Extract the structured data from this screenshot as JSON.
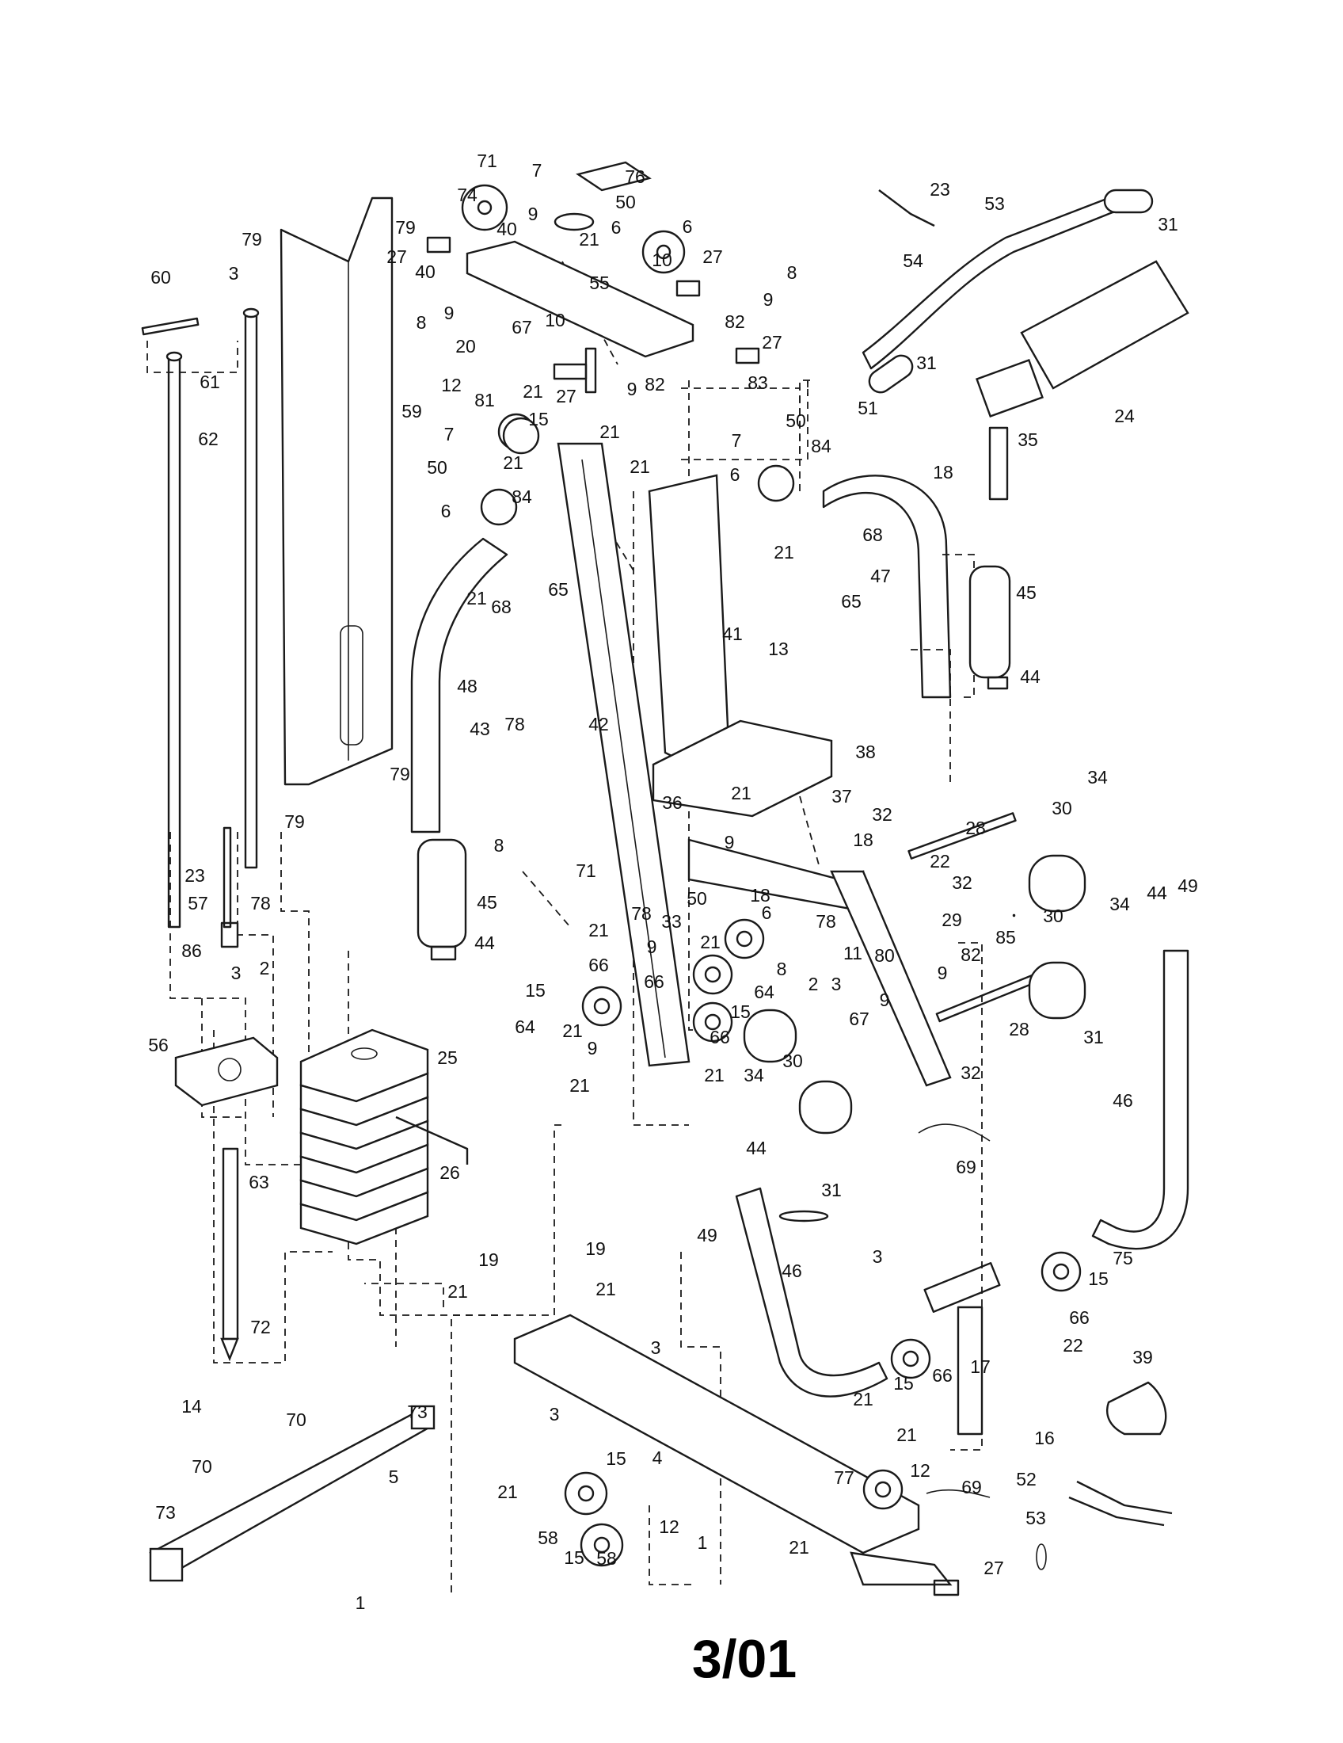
{
  "page_code": "3/01",
  "callouts": [
    {
      "id": "c1",
      "text": "60"
    },
    {
      "id": "c2",
      "text": "3"
    },
    {
      "id": "c3",
      "text": "79"
    },
    {
      "id": "c4",
      "text": "79"
    },
    {
      "id": "c5",
      "text": "61"
    },
    {
      "id": "c6",
      "text": "62"
    },
    {
      "id": "c7",
      "text": "59"
    },
    {
      "id": "c8",
      "text": "79"
    },
    {
      "id": "c9",
      "text": "79"
    },
    {
      "id": "c10",
      "text": "23"
    },
    {
      "id": "c11",
      "text": "57"
    },
    {
      "id": "c12",
      "text": "78"
    },
    {
      "id": "c13",
      "text": "86"
    },
    {
      "id": "c14",
      "text": "3"
    },
    {
      "id": "c15",
      "text": "2"
    },
    {
      "id": "c16",
      "text": "56"
    },
    {
      "id": "c17",
      "text": "25"
    },
    {
      "id": "c18",
      "text": "26"
    },
    {
      "id": "c19",
      "text": "63"
    },
    {
      "id": "c20",
      "text": "72"
    },
    {
      "id": "c21",
      "text": "14"
    },
    {
      "id": "c22",
      "text": "70"
    },
    {
      "id": "c23",
      "text": "70"
    },
    {
      "id": "c24",
      "text": "73"
    },
    {
      "id": "c25",
      "text": "73"
    },
    {
      "id": "c26",
      "text": "5"
    },
    {
      "id": "c27",
      "text": "1"
    },
    {
      "id": "c28",
      "text": "71"
    },
    {
      "id": "c29",
      "text": "7"
    },
    {
      "id": "c30",
      "text": "74"
    },
    {
      "id": "c31",
      "text": "76"
    },
    {
      "id": "c32",
      "text": "50"
    },
    {
      "id": "c33",
      "text": "9"
    },
    {
      "id": "c34",
      "text": "40"
    },
    {
      "id": "c35",
      "text": "21"
    },
    {
      "id": "c36",
      "text": "6"
    },
    {
      "id": "c37",
      "text": "6"
    },
    {
      "id": "c38",
      "text": "27"
    },
    {
      "id": "c39",
      "text": "27"
    },
    {
      "id": "c40",
      "text": "10"
    },
    {
      "id": "c41",
      "text": "40"
    },
    {
      "id": "c42",
      "text": "8"
    },
    {
      "id": "c43",
      "text": "9"
    },
    {
      "id": "c44",
      "text": "55"
    },
    {
      "id": "c45",
      "text": "8"
    },
    {
      "id": "c46",
      "text": "9"
    },
    {
      "id": "c47",
      "text": "82"
    },
    {
      "id": "c48",
      "text": "10"
    },
    {
      "id": "c49",
      "text": "67"
    },
    {
      "id": "c50",
      "text": "27"
    },
    {
      "id": "c51",
      "text": "20"
    },
    {
      "id": "c52",
      "text": "12"
    },
    {
      "id": "c53",
      "text": "81"
    },
    {
      "id": "c54",
      "text": "21"
    },
    {
      "id": "c55",
      "text": "27"
    },
    {
      "id": "c56",
      "text": "83"
    },
    {
      "id": "c57",
      "text": "21"
    },
    {
      "id": "c58",
      "text": "9"
    },
    {
      "id": "c59",
      "text": "82"
    },
    {
      "id": "c60",
      "text": "15"
    },
    {
      "id": "c61",
      "text": "7"
    },
    {
      "id": "c62",
      "text": "50"
    },
    {
      "id": "c63",
      "text": "21"
    },
    {
      "id": "c64",
      "text": "21"
    },
    {
      "id": "c65",
      "text": "6"
    },
    {
      "id": "c66",
      "text": "84"
    },
    {
      "id": "c67",
      "text": "21"
    },
    {
      "id": "c68",
      "text": "68"
    },
    {
      "id": "c69",
      "text": "65"
    },
    {
      "id": "c70",
      "text": "48"
    },
    {
      "id": "c71",
      "text": "43"
    },
    {
      "id": "c72",
      "text": "78"
    },
    {
      "id": "c73",
      "text": "42"
    },
    {
      "id": "c74",
      "text": "45"
    },
    {
      "id": "c75",
      "text": "44"
    },
    {
      "id": "c76",
      "text": "41"
    },
    {
      "id": "c77",
      "text": "13"
    },
    {
      "id": "c78",
      "text": "7"
    },
    {
      "id": "c79",
      "text": "50"
    },
    {
      "id": "c80",
      "text": "84"
    },
    {
      "id": "c81",
      "text": "6"
    },
    {
      "id": "c82",
      "text": "21"
    },
    {
      "id": "c83",
      "text": "68"
    },
    {
      "id": "c84",
      "text": "65"
    },
    {
      "id": "c85",
      "text": "47"
    },
    {
      "id": "c86",
      "text": "45"
    },
    {
      "id": "c87",
      "text": "44"
    },
    {
      "id": "c88",
      "text": "23"
    },
    {
      "id": "c89",
      "text": "53"
    },
    {
      "id": "c90",
      "text": "31"
    },
    {
      "id": "c91",
      "text": "54"
    },
    {
      "id": "c92",
      "text": "31"
    },
    {
      "id": "c93",
      "text": "24"
    },
    {
      "id": "c94",
      "text": "51"
    },
    {
      "id": "c95",
      "text": "35"
    },
    {
      "id": "c96",
      "text": "18"
    },
    {
      "id": "c97",
      "text": "34"
    },
    {
      "id": "c98",
      "text": "30"
    },
    {
      "id": "c99",
      "text": "28"
    },
    {
      "id": "c100",
      "text": "38"
    },
    {
      "id": "c101",
      "text": "32"
    },
    {
      "id": "c102",
      "text": "37"
    },
    {
      "id": "c103",
      "text": "18"
    },
    {
      "id": "c104",
      "text": "36"
    },
    {
      "id": "c105",
      "text": "21"
    },
    {
      "id": "c106",
      "text": "9"
    },
    {
      "id": "c107",
      "text": "22"
    },
    {
      "id": "c108",
      "text": "32"
    },
    {
      "id": "c109",
      "text": "8"
    },
    {
      "id": "c110",
      "text": "71"
    },
    {
      "id": "c111",
      "text": "78"
    },
    {
      "id": "c112",
      "text": "33"
    },
    {
      "id": "c113",
      "text": "50"
    },
    {
      "id": "c114",
      "text": "6"
    },
    {
      "id": "c115",
      "text": "18"
    },
    {
      "id": "c116",
      "text": "21"
    },
    {
      "id": "c117",
      "text": "9"
    },
    {
      "id": "c118",
      "text": "21"
    },
    {
      "id": "c119",
      "text": "78"
    },
    {
      "id": "c120",
      "text": "29"
    },
    {
      "id": "c121",
      "text": "66"
    },
    {
      "id": "c122",
      "text": "15"
    },
    {
      "id": "c123",
      "text": "66"
    },
    {
      "id": "c124",
      "text": "8"
    },
    {
      "id": "c125",
      "text": "2"
    },
    {
      "id": "c126",
      "text": "3"
    },
    {
      "id": "c127",
      "text": "11"
    },
    {
      "id": "c128",
      "text": "80"
    },
    {
      "id": "c129",
      "text": "64"
    },
    {
      "id": "c130",
      "text": "15"
    },
    {
      "id": "c131",
      "text": "64"
    },
    {
      "id": "c132",
      "text": "21"
    },
    {
      "id": "c133",
      "text": "9"
    },
    {
      "id": "c134",
      "text": "66"
    },
    {
      "id": "c135",
      "text": "21"
    },
    {
      "id": "c136",
      "text": "21"
    },
    {
      "id": "c137",
      "text": "34"
    },
    {
      "id": "c138",
      "text": "30"
    },
    {
      "id": "c139",
      "text": "9"
    },
    {
      "id": "c140",
      "text": "82"
    },
    {
      "id": "c141",
      "text": "85"
    },
    {
      "id": "c142",
      "text": "30"
    },
    {
      "id": "c143",
      "text": "34"
    },
    {
      "id": "c144",
      "text": "44"
    },
    {
      "id": "c145",
      "text": "49"
    },
    {
      "id": "c146",
      "text": "9"
    },
    {
      "id": "c147",
      "text": "67"
    },
    {
      "id": "c148",
      "text": "28"
    },
    {
      "id": "c149",
      "text": "31"
    },
    {
      "id": "c150",
      "text": "32"
    },
    {
      "id": "c151",
      "text": "46"
    },
    {
      "id": "c152",
      "text": "69"
    },
    {
      "id": "c153",
      "text": "44"
    },
    {
      "id": "c154",
      "text": "31"
    },
    {
      "id": "c155",
      "text": "49"
    },
    {
      "id": "c156",
      "text": "46"
    },
    {
      "id": "c157",
      "text": "3"
    },
    {
      "id": "c158",
      "text": "15"
    },
    {
      "id": "c159",
      "text": "75"
    },
    {
      "id": "c160",
      "text": "66"
    },
    {
      "id": "c161",
      "text": "22"
    },
    {
      "id": "c162",
      "text": "66"
    },
    {
      "id": "c163",
      "text": "17"
    },
    {
      "id": "c164",
      "text": "21"
    },
    {
      "id": "c165",
      "text": "15"
    },
    {
      "id": "c166",
      "text": "21"
    },
    {
      "id": "c167",
      "text": "16"
    },
    {
      "id": "c168",
      "text": "39"
    },
    {
      "id": "c169",
      "text": "19"
    },
    {
      "id": "c170",
      "text": "19"
    },
    {
      "id": "c171",
      "text": "21"
    },
    {
      "id": "c172",
      "text": "21"
    },
    {
      "id": "c173",
      "text": "3"
    },
    {
      "id": "c174",
      "text": "3"
    },
    {
      "id": "c175",
      "text": "4"
    },
    {
      "id": "c176",
      "text": "15"
    },
    {
      "id": "c177",
      "text": "21"
    },
    {
      "id": "c178",
      "text": "58"
    },
    {
      "id": "c179",
      "text": "15"
    },
    {
      "id": "c180",
      "text": "58"
    },
    {
      "id": "c181",
      "text": "12"
    },
    {
      "id": "c182",
      "text": "1"
    },
    {
      "id": "c183",
      "text": "77"
    },
    {
      "id": "c184",
      "text": "12"
    },
    {
      "id": "c185",
      "text": "69"
    },
    {
      "id": "c186",
      "text": "21"
    },
    {
      "id": "c187",
      "text": "52"
    },
    {
      "id": "c188",
      "text": "53"
    },
    {
      "id": "c189",
      "text": "27"
    }
  ]
}
